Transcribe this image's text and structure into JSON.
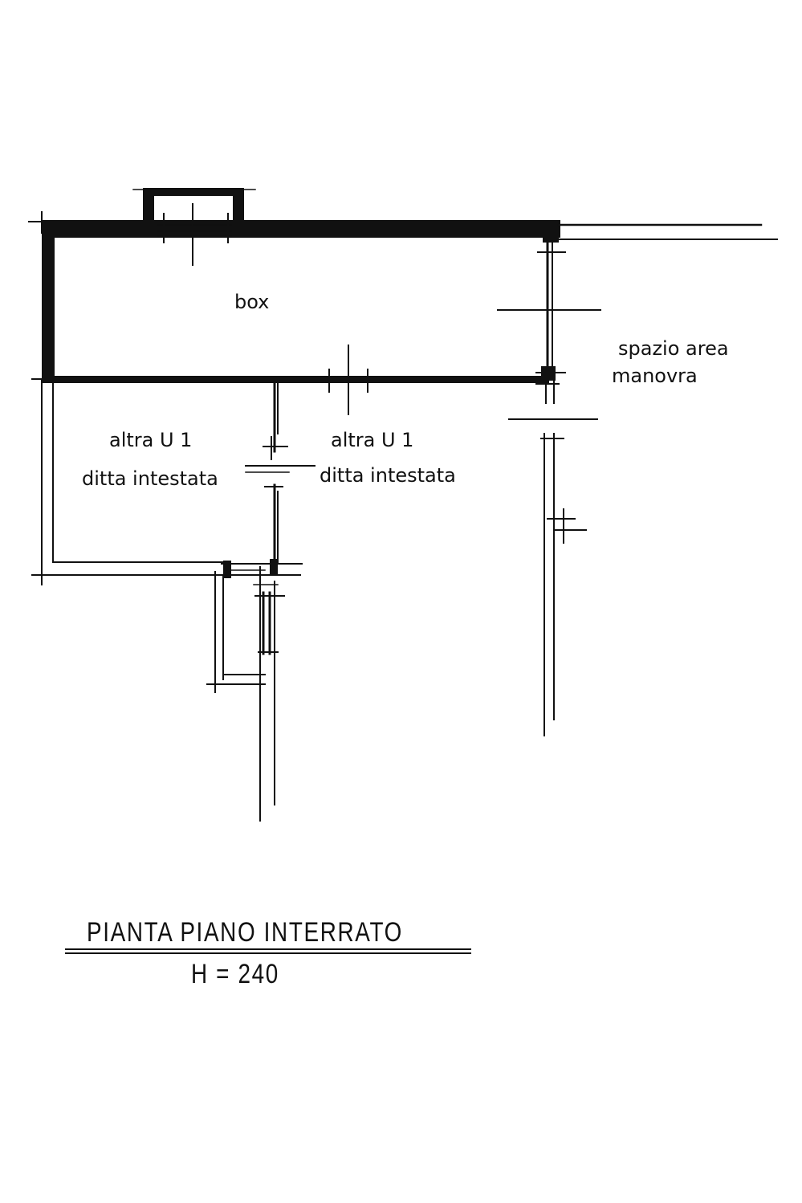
{
  "plan": {
    "box_label": "box",
    "maneuver_line1": "spazio area",
    "maneuver_line2": "manovra",
    "unit_left_line1": "altra U 1",
    "unit_left_line2": "ditta intestata",
    "unit_right_line1": "altra U 1",
    "unit_right_line2": "ditta intestata"
  },
  "caption": {
    "title": "PIANTA PIANO INTERRATO",
    "height": "H = 240"
  },
  "colors": {
    "ink": "#111111",
    "paper": "#ffffff"
  }
}
